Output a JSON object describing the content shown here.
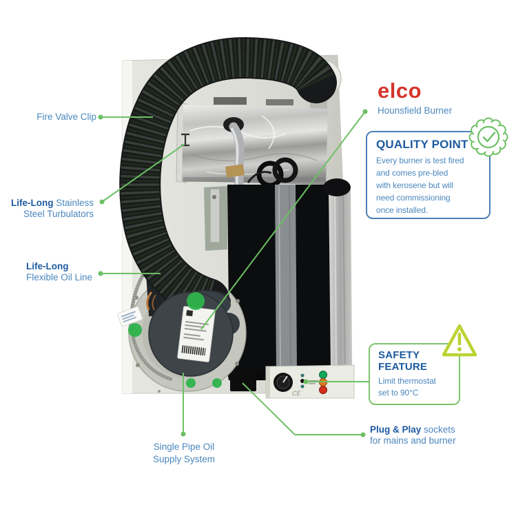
{
  "palette": {
    "heading_blue": "#1c5aa0",
    "body_blue": "#4b87bd",
    "callout_green": "#6cc063",
    "marker_green": "#2fb34c",
    "elco_red": "#d5352b",
    "warning_yellow_green": "#bcd233",
    "quality_border_blue": "#4a7fb5",
    "safety_border_green": "#7cc36a"
  },
  "callouts": {
    "fire_valve": {
      "label": "Fire Valve Clip"
    },
    "turbulators": {
      "bold": "Life-Long",
      "rest": " Stainless\nSteel Turbulators"
    },
    "oil_line": {
      "bold": "Life-Long",
      "rest": "Flexible Oil Line"
    },
    "single_pipe": {
      "label": "Single Pipe Oil\nSupply System"
    },
    "burner": {
      "brand": "elco",
      "label": "Hounsfield Burner"
    },
    "plug_play": {
      "bold": "Plug & Play",
      "rest": " sockets\nfor mains and burner"
    }
  },
  "quality_point": {
    "title": "QUALITY POINT",
    "body": "Every burner is test fired\nand comes pre-bled\nwith kerosene but will\nneed commissioning\nonce installed."
  },
  "safety_feature": {
    "title": "SAFETY FEATURE",
    "body": "Limit thermostat\nset to 90°C"
  },
  "machine": {
    "ce_mark": "CE"
  }
}
